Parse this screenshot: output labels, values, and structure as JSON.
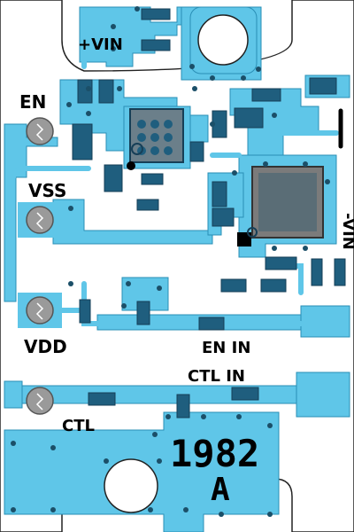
{
  "colors": {
    "board": "#ffffff",
    "outline": "#222222",
    "copper": "#5fc6e8",
    "copper_edge": "#2a8fb6",
    "part": "#1f5e7e",
    "part_dark": "#163f57",
    "chip": "#7b7b7b",
    "via": "#1b4f68",
    "test_point": "#8e8e8e",
    "silk": "#000000"
  },
  "labels": {
    "vin_plus": "+VIN",
    "en": "EN",
    "vss": "VSS",
    "vdd": "VDD",
    "vin_minus": "-VIN",
    "en_in": "EN IN",
    "ctl_in": "CTL IN",
    "ctl": "CTL",
    "board_number": "1982",
    "board_rev": "A"
  },
  "icons": {
    "test_point": "screw-head-icon",
    "mounting_hole": "mounting-hole-icon"
  }
}
